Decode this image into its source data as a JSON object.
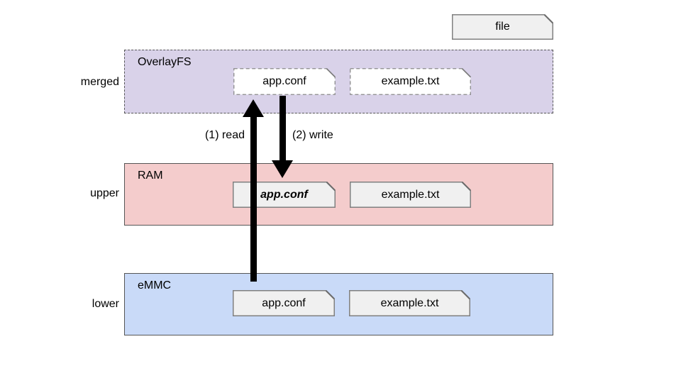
{
  "legend": {
    "label": "file"
  },
  "bands": [
    {
      "side_label": "merged",
      "title": "OverlayFS",
      "fill": "#d9d2e9",
      "border_style": "dashed",
      "files": [
        {
          "label": "app.conf",
          "box_style": "dashed-white"
        },
        {
          "label": "example.txt",
          "box_style": "dashed-white"
        }
      ]
    },
    {
      "side_label": "upper",
      "title": "RAM",
      "fill": "#f4cccc",
      "border_style": "solid",
      "files": [
        {
          "label": "app.conf",
          "box_style": "solid-gray",
          "emphasis": "bold-italic"
        },
        {
          "label": "example.txt",
          "box_style": "solid-gray"
        }
      ]
    },
    {
      "side_label": "lower",
      "title": "eMMC",
      "fill": "#c9daf8",
      "border_style": "solid",
      "files": [
        {
          "label": "app.conf",
          "box_style": "solid-gray"
        },
        {
          "label": "example.txt",
          "box_style": "solid-gray"
        }
      ]
    }
  ],
  "arrows": [
    {
      "label": "(1) read",
      "direction": "up",
      "from": "lower",
      "to": "merged app.conf"
    },
    {
      "label": "(2) write",
      "direction": "down",
      "from": "merged app.conf",
      "to": "upper app.conf"
    }
  ],
  "colors": {
    "background": "#ffffff",
    "merged_fill": "#d9d2e9",
    "upper_fill": "#f4cccc",
    "lower_fill": "#c9daf8",
    "band_border": "#565656",
    "file_box_fill": "#f0f0f0",
    "file_box_border": "#808080",
    "arrow": "#000000",
    "text": "#000000"
  }
}
